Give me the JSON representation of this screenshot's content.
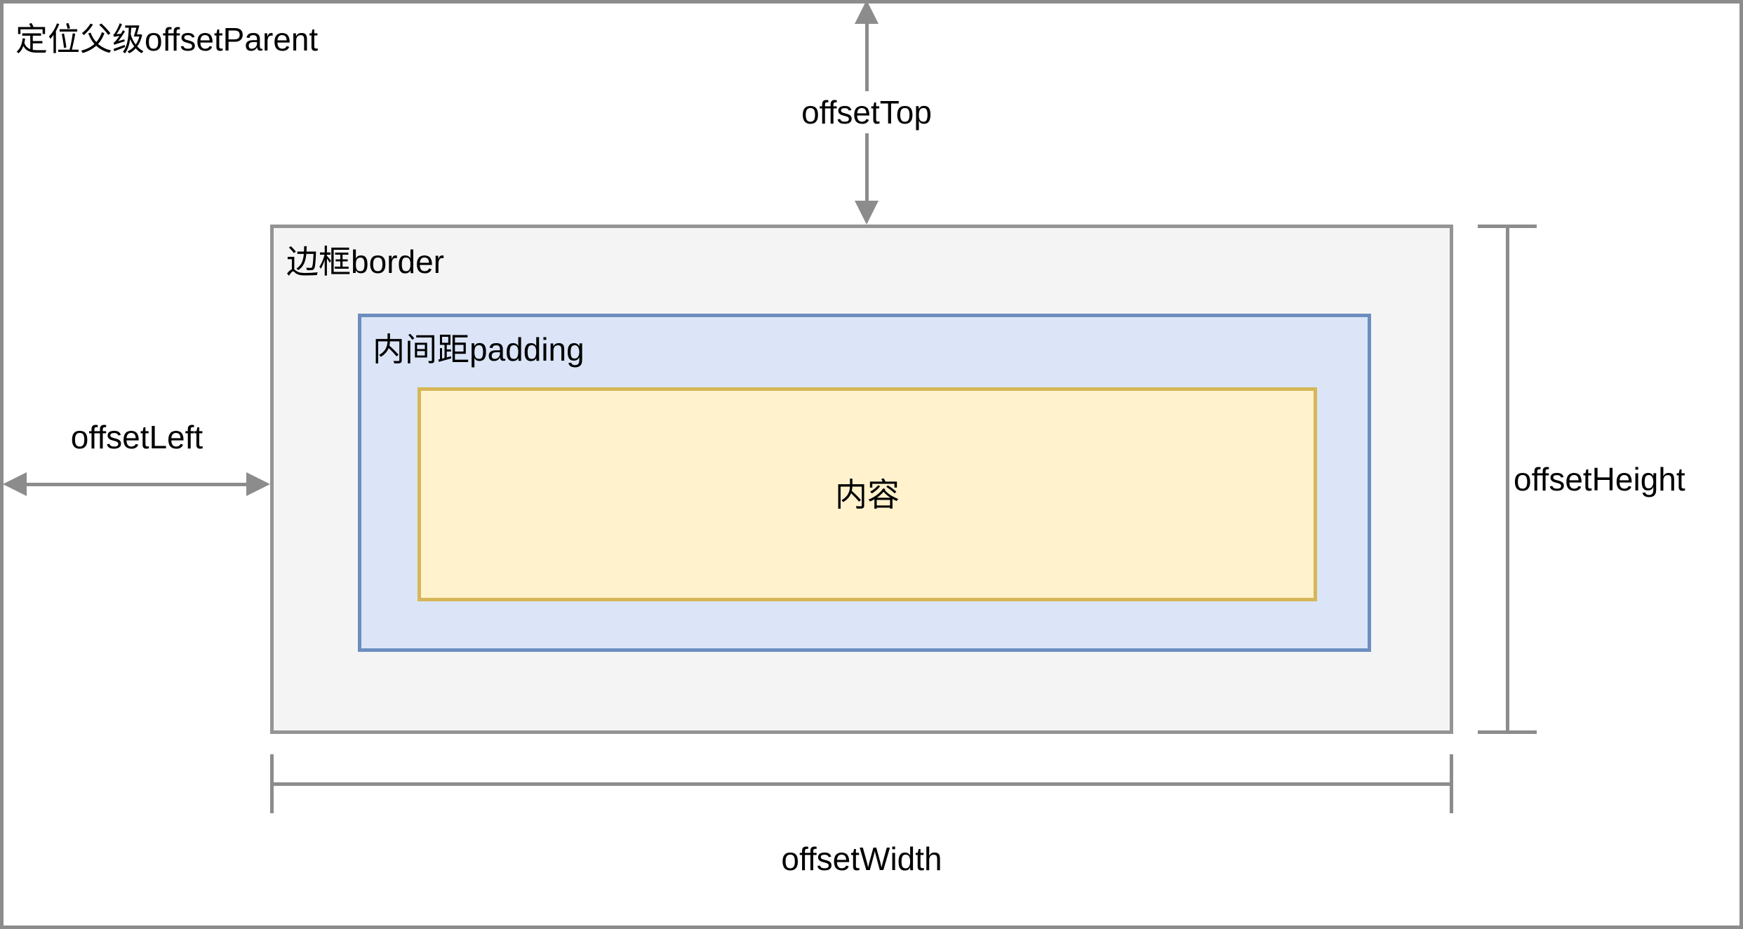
{
  "diagram": {
    "title": "CSS offset model diagram",
    "colors": {
      "page_background": "#ffffff",
      "parent_border": "#8c8c8c",
      "border_box_fill": "#f4f4f4",
      "border_box_border": "#949494",
      "padding_box_fill": "#dbe5f7",
      "padding_box_border": "#6c8ebf",
      "content_box_fill": "#fff2cc",
      "content_box_border": "#d6b656",
      "arrow": "#8c8c8c",
      "text": "#000000"
    }
  },
  "offset_parent": {
    "label": "定位父级offsetParent"
  },
  "boxes": {
    "border": {
      "label": "边框border"
    },
    "padding": {
      "label": "内间距padding"
    },
    "content": {
      "label": "内容"
    }
  },
  "measurements": {
    "offset_top": {
      "label": "offsetTop",
      "orientation": "vertical",
      "style": "double-arrow"
    },
    "offset_left": {
      "label": "offsetLeft",
      "orientation": "horizontal",
      "style": "double-arrow"
    },
    "offset_height": {
      "label": "offsetHeight",
      "orientation": "vertical",
      "style": "dimension-ibeam"
    },
    "offset_width": {
      "label": "offsetWidth",
      "orientation": "horizontal",
      "style": "dimension-ibeam"
    }
  }
}
